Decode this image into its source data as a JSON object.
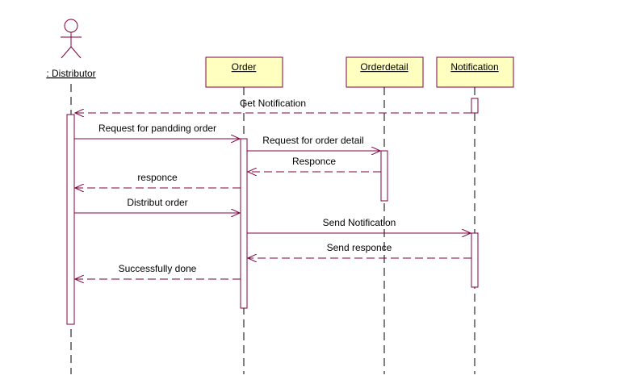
{
  "colors": {
    "line": "#800040",
    "lifeline": "#000000",
    "box_fill": "#ffffc0",
    "activation_fill": "#ffffff",
    "background": "#ffffff"
  },
  "participants": [
    {
      "id": "distributor",
      "kind": "actor",
      "label": ": Distributor"
    },
    {
      "id": "order",
      "kind": "object",
      "label": "Order"
    },
    {
      "id": "orderdetail",
      "kind": "object",
      "label": "Orderdetail"
    },
    {
      "id": "notification",
      "kind": "object",
      "label": "Notification"
    }
  ],
  "messages": [
    {
      "from": "notification",
      "to": "distributor",
      "type": "return",
      "label": "Get Notification"
    },
    {
      "from": "distributor",
      "to": "order",
      "type": "call",
      "label": "Request for pandding order"
    },
    {
      "from": "order",
      "to": "orderdetail",
      "type": "call",
      "label": "Request for order detail"
    },
    {
      "from": "orderdetail",
      "to": "order",
      "type": "return",
      "label": "Responce"
    },
    {
      "from": "order",
      "to": "distributor",
      "type": "return",
      "label": "responce"
    },
    {
      "from": "distributor",
      "to": "order",
      "type": "call",
      "label": "Distribut order"
    },
    {
      "from": "order",
      "to": "notification",
      "type": "call",
      "label": "Send Notification"
    },
    {
      "from": "notification",
      "to": "order",
      "type": "return",
      "label": "Send responce"
    },
    {
      "from": "order",
      "to": "distributor",
      "type": "return",
      "label": "Successfully done"
    }
  ]
}
